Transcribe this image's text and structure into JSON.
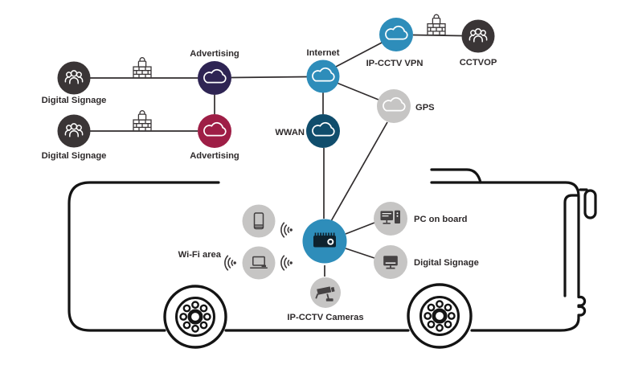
{
  "colors": {
    "blue": "#2e8dba",
    "dark_gray": "#3a3536",
    "purple": "#2e2453",
    "crimson": "#9e1e46",
    "dark_teal": "#104d6c",
    "light_gray": "#c6c5c4",
    "edge_line": "#302c2d",
    "bus_outline": "#141414",
    "label_text": "#2e2a2b"
  },
  "nodes": {
    "digital_signage_1": {
      "label": "Digital Signage",
      "icon": "people-icon"
    },
    "digital_signage_2": {
      "label": "Digital Signage",
      "icon": "people-icon"
    },
    "advertising_1": {
      "label": "Advertising",
      "icon": "cloud-icon"
    },
    "advertising_2": {
      "label": "Advertising",
      "icon": "cloud-icon"
    },
    "internet": {
      "label": "Internet",
      "icon": "cloud-icon"
    },
    "ip_cctv_vpn": {
      "label": "IP-CCTV VPN",
      "icon": "cloud-icon"
    },
    "cctvop": {
      "label": "CCTVOP",
      "icon": "people-icon"
    },
    "gps": {
      "label": "GPS",
      "icon": "cloud-icon"
    },
    "wwan": {
      "label": "WWAN",
      "icon": "cloud-icon"
    },
    "router": {
      "icon": "router-icon"
    },
    "wifi_phone": {
      "icon": "smartphone-icon"
    },
    "wifi_laptop": {
      "icon": "laptop-icon"
    },
    "wifi_area_caption": {
      "label": "Wi-Fi area"
    },
    "pc_on_board": {
      "label": "PC on board",
      "icon": "pc-icon"
    },
    "digital_signage_device": {
      "label": "Digital Signage",
      "icon": "monitor-icon"
    },
    "ip_cctv_cameras": {
      "label": "IP-CCTV Cameras",
      "icon": "cctv-camera-icon"
    }
  },
  "edges": [
    {
      "from": "digital_signage_1",
      "to": "advertising_1",
      "firewall": true
    },
    {
      "from": "digital_signage_2",
      "to": "advertising_2",
      "firewall": true
    },
    {
      "from": "advertising_1",
      "to": "advertising_2"
    },
    {
      "from": "advertising_1",
      "to": "internet"
    },
    {
      "from": "internet",
      "to": "ip_cctv_vpn"
    },
    {
      "from": "ip_cctv_vpn",
      "to": "cctvop",
      "firewall": true
    },
    {
      "from": "internet",
      "to": "wwan"
    },
    {
      "from": "internet",
      "to": "gps"
    },
    {
      "from": "gps",
      "to": "router"
    },
    {
      "from": "wwan",
      "to": "router"
    },
    {
      "from": "router",
      "to": "pc_on_board"
    },
    {
      "from": "router",
      "to": "digital_signage_device"
    },
    {
      "from": "router",
      "to": "ip_cctv_cameras"
    }
  ]
}
